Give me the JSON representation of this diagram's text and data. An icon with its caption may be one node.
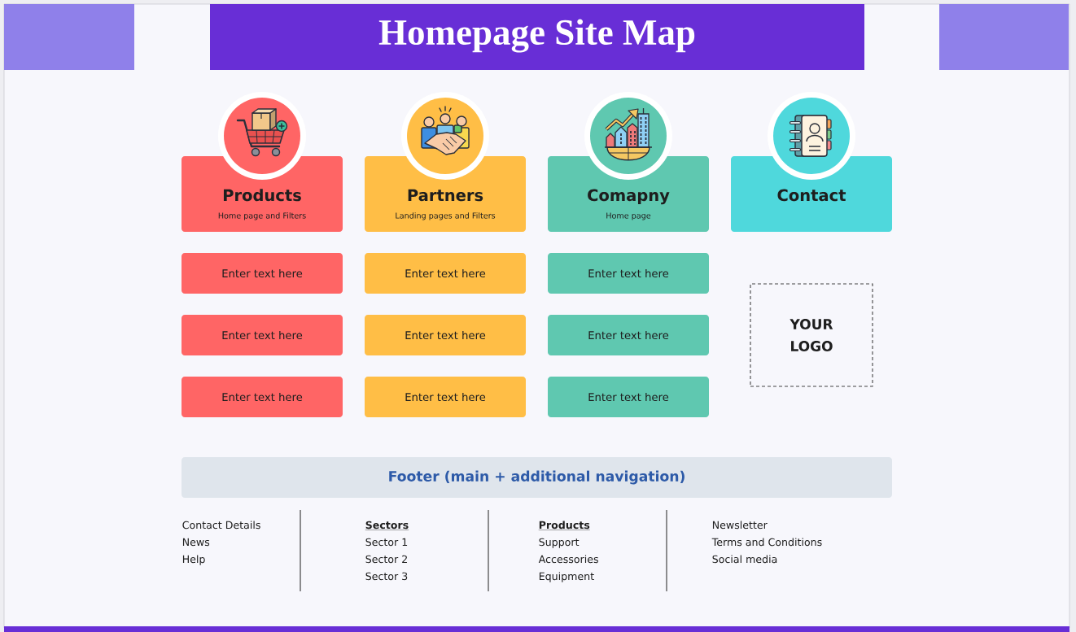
{
  "diagram": {
    "title": "Homepage Site Map",
    "nodes": [
      {
        "text": [
          "Products",
          "Home page and Filters"
        ]
      },
      {
        "text": [
          "Partners",
          "Landing pages and Filters"
        ]
      },
      {
        "text": [
          "Comapny",
          "Home page"
        ]
      },
      {
        "text": [
          "Contact"
        ]
      },
      {
        "text": [
          "Enter text here"
        ]
      },
      {
        "text": [
          "Enter text here"
        ]
      },
      {
        "text": [
          "Enter text here"
        ]
      },
      {
        "text": [
          "Enter text here"
        ]
      },
      {
        "text": [
          "Enter text here"
        ]
      },
      {
        "text": [
          "Enter text here"
        ]
      },
      {
        "text": [
          "Enter text here"
        ]
      },
      {
        "text": [
          "Enter text here"
        ]
      },
      {
        "text": [
          "Enter text here"
        ]
      },
      {
        "text": [
          "YOUR LOGO"
        ]
      },
      {
        "text": [
          "Footer (main + additional navigation)"
        ]
      }
    ],
    "labels": [
      "Contact Details",
      "News",
      "Help",
      "Sectors",
      "Sector 1",
      "Sector 2",
      "Sector 3",
      "Products",
      "Support",
      "Accessories",
      "Equipment",
      "Newsletter",
      "Terms and Conditions",
      "Social media"
    ]
  }
}
